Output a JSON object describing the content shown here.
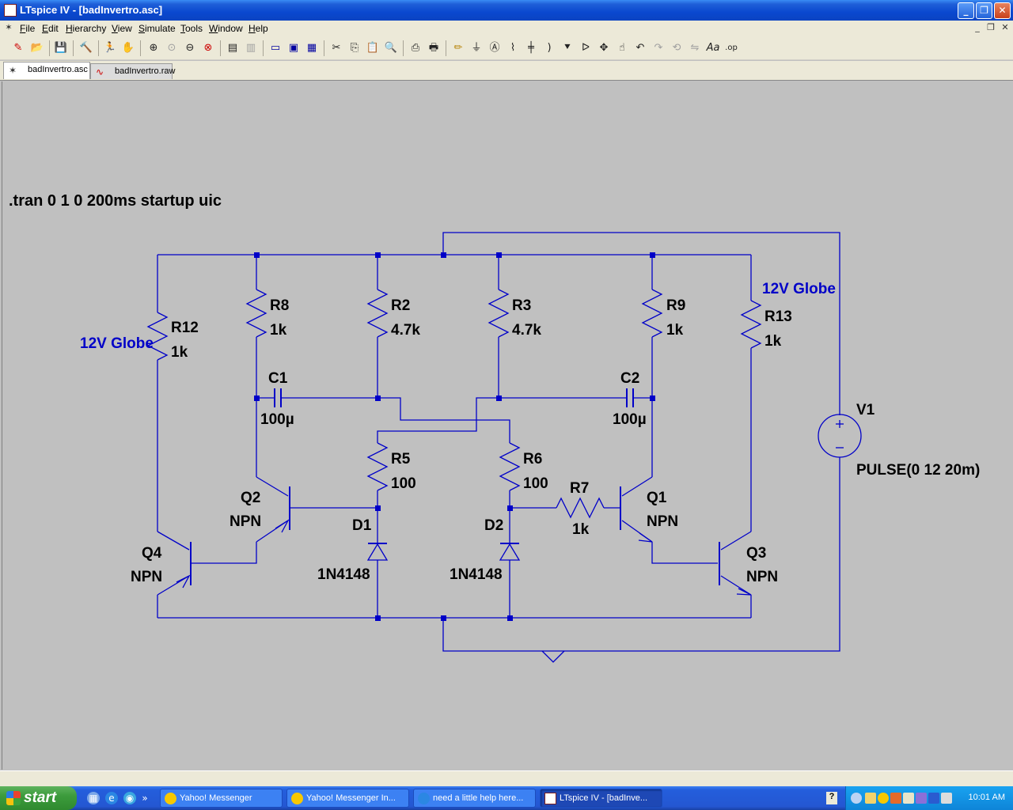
{
  "window": {
    "title": "LTspice IV - [badInvertro.asc]"
  },
  "menu": [
    "File",
    "Edit",
    "Hierarchy",
    "View",
    "Simulate",
    "Tools",
    "Window",
    "Help"
  ],
  "tabs": [
    {
      "label": "badInvertro.asc",
      "icon": "schematic-icon",
      "active": true
    },
    {
      "label": "badInvertro.raw",
      "icon": "waveform-icon",
      "active": false
    }
  ],
  "schematic": {
    "directive": ".tran 0 1 0 200ms startup uic",
    "globe_label": "12V Globe",
    "resistors": [
      {
        "ref": "R12",
        "value": "1k"
      },
      {
        "ref": "R8",
        "value": "1k"
      },
      {
        "ref": "R2",
        "value": "4.7k"
      },
      {
        "ref": "R3",
        "value": "4.7k"
      },
      {
        "ref": "R9",
        "value": "1k"
      },
      {
        "ref": "R13",
        "value": "1k"
      },
      {
        "ref": "R5",
        "value": "100"
      },
      {
        "ref": "R6",
        "value": "100"
      },
      {
        "ref": "R7",
        "value": "1k"
      }
    ],
    "capacitors": [
      {
        "ref": "C1",
        "value": "100µ"
      },
      {
        "ref": "C2",
        "value": "100µ"
      }
    ],
    "transistors": [
      {
        "ref": "Q1",
        "type": "NPN"
      },
      {
        "ref": "Q2",
        "type": "NPN"
      },
      {
        "ref": "Q3",
        "type": "NPN"
      },
      {
        "ref": "Q4",
        "type": "NPN"
      }
    ],
    "diodes": [
      {
        "ref": "D1",
        "model": "1N4148"
      },
      {
        "ref": "D2",
        "model": "1N4148"
      }
    ],
    "source": {
      "ref": "V1",
      "value": "PULSE(0 12 20m)"
    },
    "colors": {
      "wire": "#0000c8",
      "component": "#0000c8",
      "background": "#c0c0c0"
    }
  },
  "taskbar": {
    "start_label": "start",
    "items": [
      {
        "label": "Yahoo! Messenger",
        "icon": "yahoo-icon"
      },
      {
        "label": "Yahoo! Messenger In...",
        "icon": "yahoo-icon"
      },
      {
        "label": "need a little help here...",
        "icon": "ie-icon"
      },
      {
        "label": "LTspice IV - [badInve...",
        "icon": "ltspice-icon",
        "active": true
      }
    ],
    "clock": "10:01 AM"
  }
}
